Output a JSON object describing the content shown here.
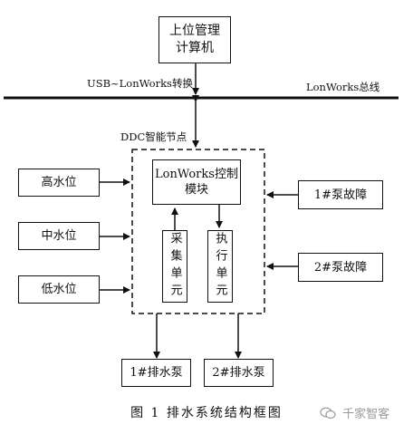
{
  "boxes": {
    "upper_computer": "上位管理\n计算机",
    "lonworks_control": "LonWorks控制\n模块",
    "high_level": "高水位",
    "mid_level": "中水位",
    "low_level": "低水位",
    "collect_unit": "采集单元",
    "exec_unit": "执行单元",
    "pump1_fault": "1#泵故障",
    "pump2_fault": "2#泵故障",
    "pump1": "1#排水泵",
    "pump2": "2#排水泵"
  },
  "labels": {
    "usb_converter": "USB~LonWorks转换",
    "bus": "LonWorks总线",
    "ddc_node": "DDC智能节点"
  },
  "caption": "图 1   排水系统结构框图",
  "watermark": "千家智客"
}
